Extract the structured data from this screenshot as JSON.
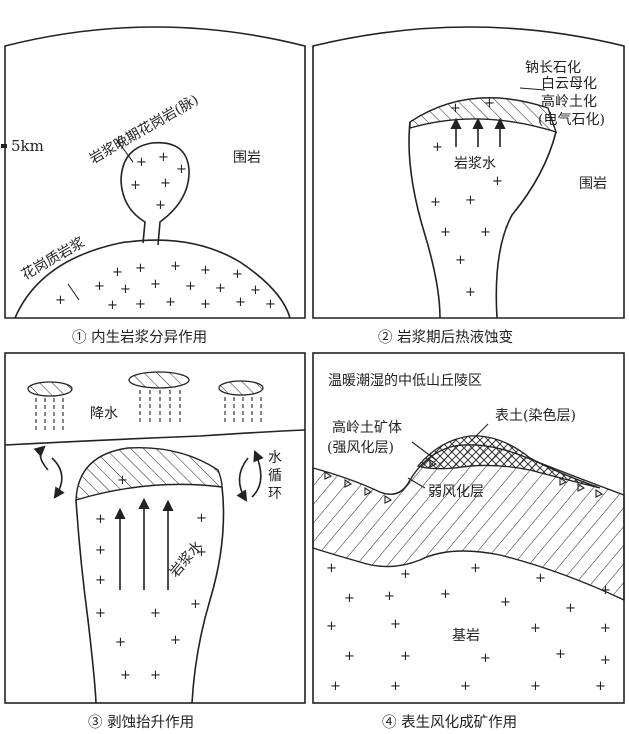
{
  "panel1": {
    "depth_label": "5km",
    "late_granite": "岩浆晚期花岗岩(脉)",
    "country_rock": "围岩",
    "granitic_magma": "花岗质岩浆",
    "caption": "① 内生岩浆分异作用"
  },
  "panel2": {
    "alteration": [
      "钠长石化",
      "白云母化",
      "高岭土化",
      "(电气石化)"
    ],
    "magmatic_water": "岩浆水",
    "country_rock": "围岩",
    "caption": "② 岩浆期后热液蚀变"
  },
  "panel3": {
    "rainfall": "降水",
    "water_cycle": [
      "水",
      "循",
      "环"
    ],
    "magmatic_water": "岩浆水",
    "caption": "③ 剥蚀抬升作用"
  },
  "panel4": {
    "climate": "温暖潮湿的中低山丘陵区",
    "topsoil": "表土(染色层)",
    "kaolin_ore": "高岭土矿体",
    "strong_weathering": "(强风化层)",
    "weak_weathering": "弱风化层",
    "bedrock": "基岩",
    "caption": "④ 表生风化成矿作用"
  }
}
